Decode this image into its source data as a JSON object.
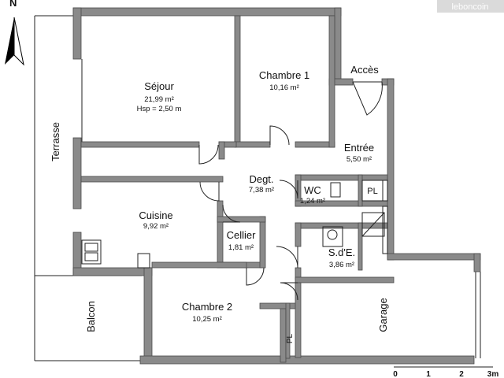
{
  "rooms": {
    "sejour": {
      "name": "Séjour",
      "area": "21,99 m²",
      "extra": "Hsp = 2,50 m"
    },
    "chambre1": {
      "name": "Chambre 1",
      "area": "10,16 m²"
    },
    "entree": {
      "name": "Entrée",
      "area": "5,50 m²"
    },
    "degt": {
      "name": "Degt.",
      "area": "7,38 m²"
    },
    "wc": {
      "name": "WC",
      "area": "1,24 m²"
    },
    "pl_wc": {
      "name": "PL"
    },
    "cuisine": {
      "name": "Cuisine",
      "area": "9,92 m²"
    },
    "cellier": {
      "name": "Cellier",
      "area": "1,81 m²"
    },
    "sde": {
      "name": "S.d'E.",
      "area": "3,86 m²"
    },
    "chambre2": {
      "name": "Chambre 2",
      "area": "10,25 m²"
    },
    "pl_ch2": {
      "name": "PL"
    },
    "garage": {
      "name": "Garage"
    },
    "balcon": {
      "name": "Balcon"
    },
    "terrasse": {
      "name": "Terrasse"
    }
  },
  "acces": "Accès",
  "north": "N",
  "watermark": "leboncoin",
  "scale": {
    "labels": [
      "0",
      "1",
      "2",
      "3m"
    ]
  },
  "colors": {
    "wall": "#8a8a8a",
    "wall_edge": "#4a4a4a",
    "line": "#222222"
  }
}
